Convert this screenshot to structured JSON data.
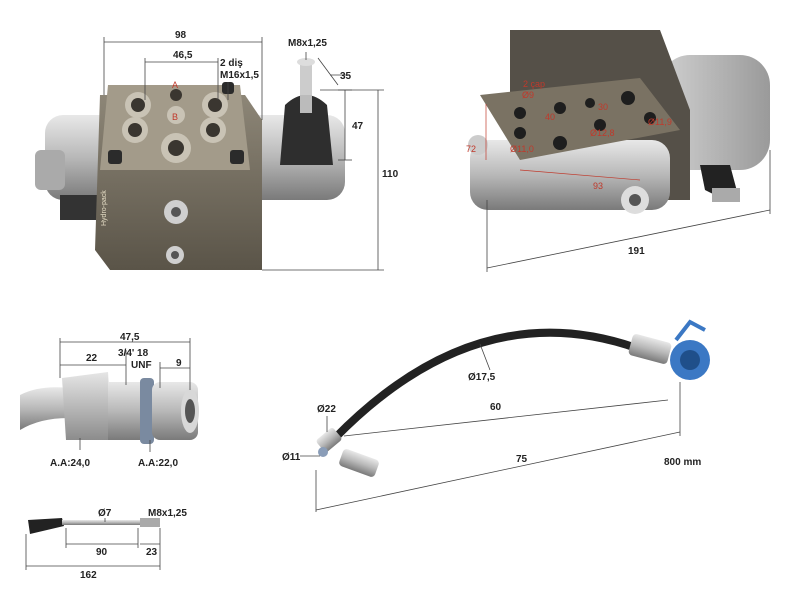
{
  "valve_front": {
    "dim_width": "98",
    "dim_port_spacing": "46,5",
    "dim_thread_note_line1": "2 diş",
    "dim_thread_note_line2": "M16x1,5",
    "dim_lever_thread": "M8x1,25",
    "dim_lever_offset": "35",
    "dim_lever_height": "47",
    "dim_total_height": "110",
    "label_port_a": "A",
    "label_port_b": "B",
    "brand_text": "Hydro-pack"
  },
  "valve_back": {
    "label_holes": "2 çap",
    "label_hole_dia": "Ø9",
    "dim_40": "40",
    "dim_30": "30",
    "dim_d12_8": "Ø12,8",
    "dim_d11_9": "Ø11,9",
    "dim_d11_0": "Ø11,0",
    "dim_72": "72",
    "dim_93": "93",
    "dim_191": "191"
  },
  "fitting": {
    "dim_475": "47,5",
    "dim_22": "22",
    "dim_thread_line1": "3/4' 18",
    "dim_thread_line2": "UNF",
    "dim_9": "9",
    "label_aa24": "A.A:24,0",
    "label_aa22": "A.A:22,0"
  },
  "hose": {
    "dim_d17_5": "Ø17,5",
    "dim_d22": "Ø22",
    "dim_d11": "Ø11",
    "dim_60": "60",
    "dim_75": "75",
    "dim_length": "800 mm"
  },
  "lever": {
    "dim_d7": "Ø7",
    "dim_thread": "M8x1,25",
    "dim_90": "90",
    "dim_23": "23",
    "dim_162": "162"
  }
}
